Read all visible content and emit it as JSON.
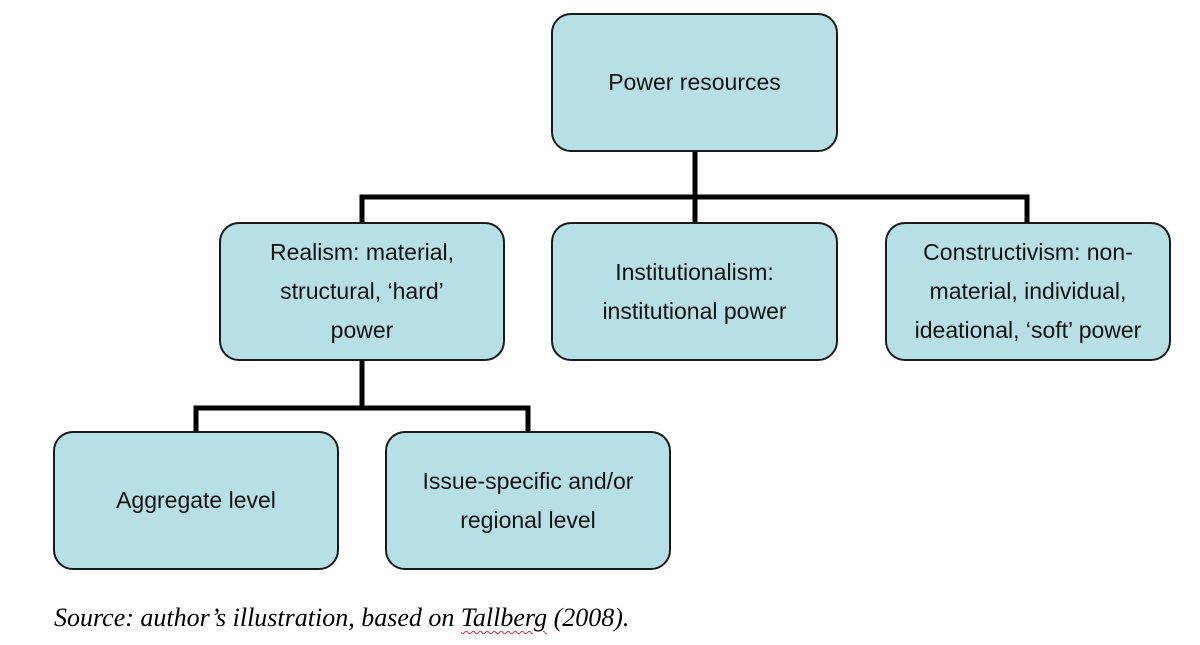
{
  "diagram": {
    "root": {
      "lines": [
        "Power resources"
      ]
    },
    "realism": {
      "lines": [
        "Realism: material,",
        "structural, ‘hard’",
        "power"
      ]
    },
    "institutionalism": {
      "lines": [
        "Institutionalism:",
        "institutional power"
      ]
    },
    "constructivism": {
      "lines": [
        "Constructivism: non-",
        "material, individual,",
        "ideational, ‘soft’ power"
      ]
    },
    "aggregate": {
      "lines": [
        "Aggregate level"
      ]
    },
    "issue_specific": {
      "lines": [
        "Issue-specific and/or",
        "regional level"
      ]
    }
  },
  "caption": {
    "prefix": "Source: author’s illustration, based on ",
    "reference": "Tallberg",
    "suffix": " (2008)."
  },
  "colors": {
    "node_fill": "#b6e0e6",
    "node_border": "#1a1a1a",
    "connector": "#000000",
    "spellcheck_underline": "#d43030"
  }
}
